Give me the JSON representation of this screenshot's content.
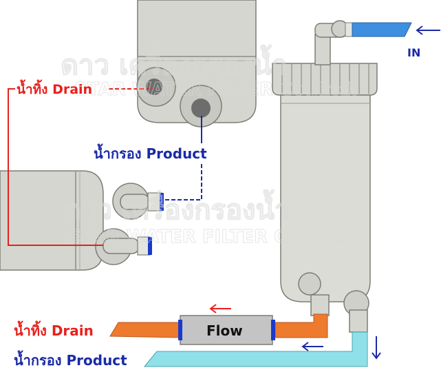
{
  "labels": {
    "drain_top": "น้ำทิ้ง Drain",
    "product_top": "น้ำกรอง Product",
    "in": "IN",
    "flow": "Flow",
    "drain_bottom": "น้ำทิ้ง Drain",
    "product_bottom": "น้ำกรอง Product"
  },
  "watermark": {
    "thai": "ดาว เครื่องกรองน้ำ",
    "english": "STAR WATER FILTER Co.,Ltd."
  },
  "colors": {
    "drain": "#e8201c",
    "product": "#1a2aa8",
    "in_tube": "#3d8fe0",
    "drain_tube": "#ee7a2e",
    "product_tube": "#8fe0e8",
    "housing": "#d5d6cf",
    "housing_stroke": "#7d7d75",
    "flow_body": "#c4c4c4"
  }
}
